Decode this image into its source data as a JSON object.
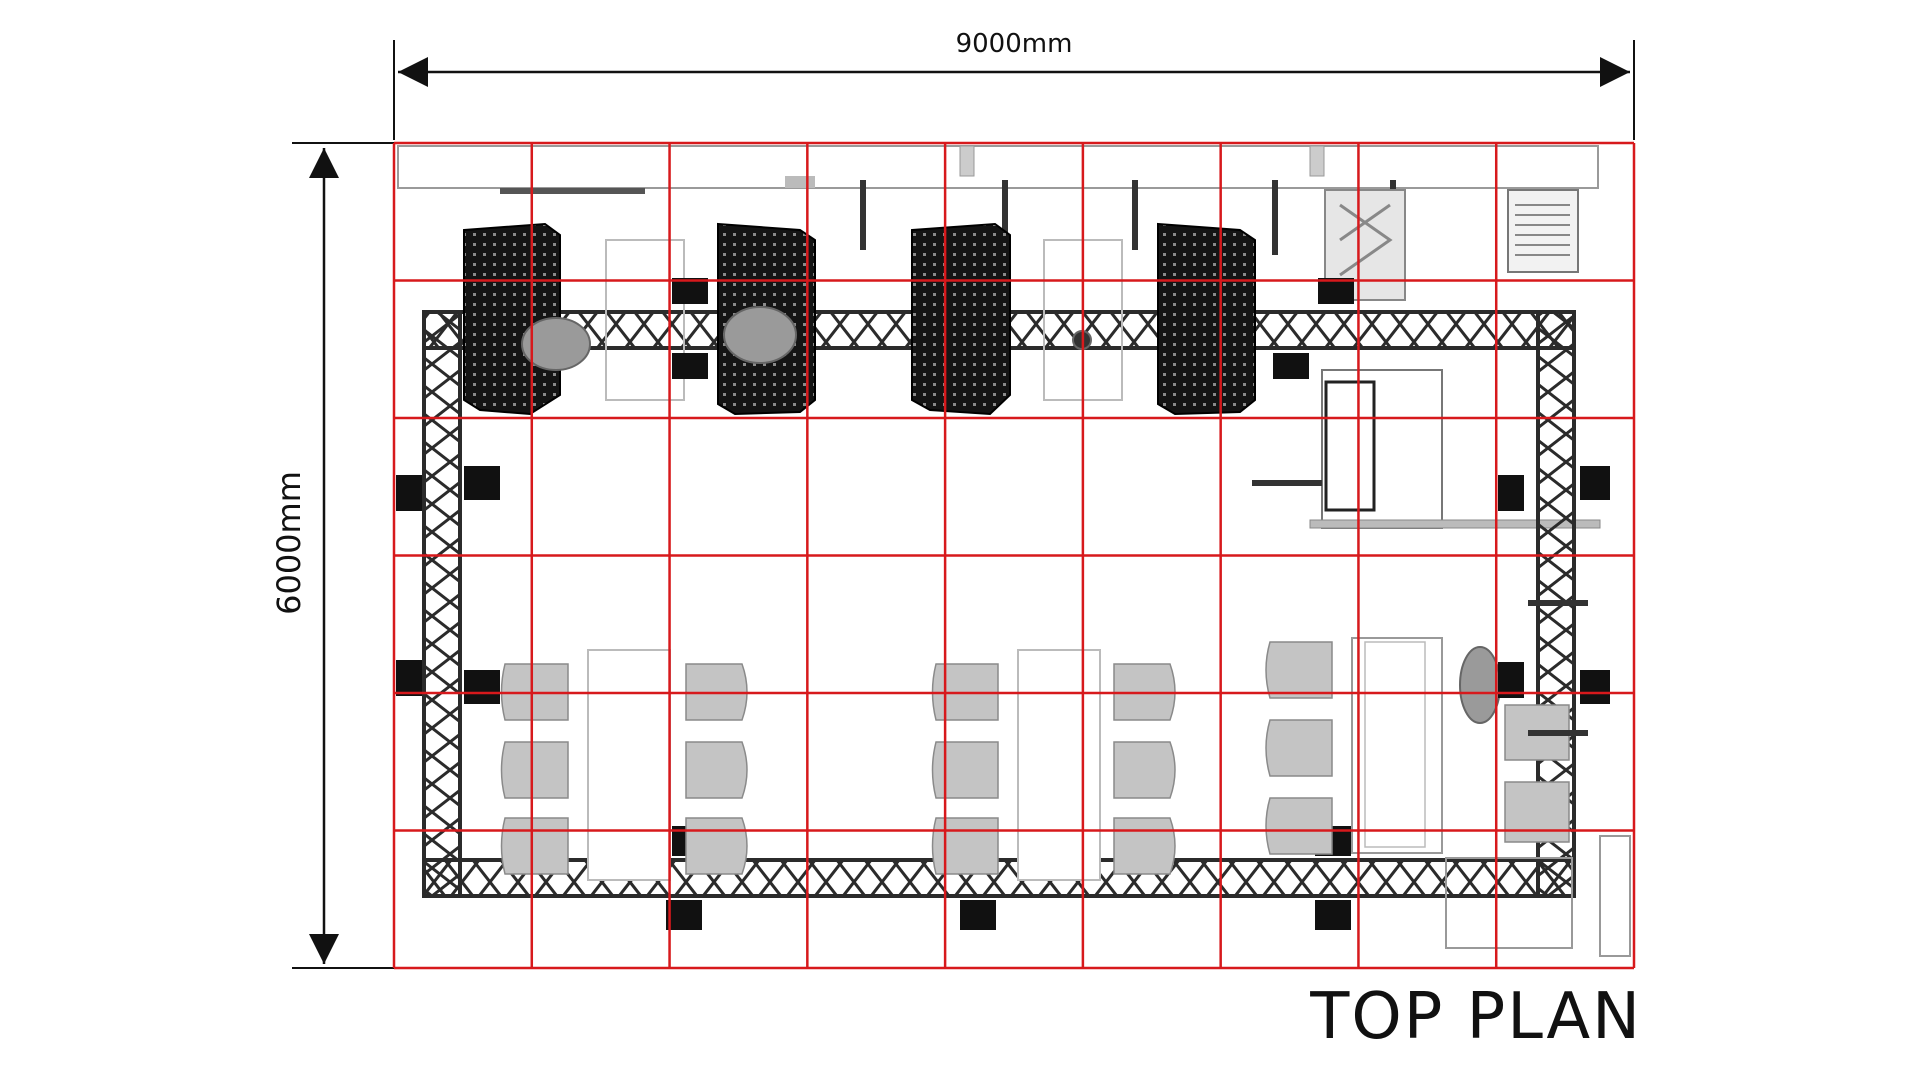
{
  "drawing": {
    "width_label": "9000mm",
    "height_label": "6000mm",
    "title": "TOP PLAN"
  },
  "colors": {
    "grid": "#d7191c",
    "truss": "#2b2b2b",
    "dimension": "#111111",
    "chair": "#bdbdbd",
    "display": "#141414"
  },
  "grid": {
    "columns": 9,
    "rows": 6
  }
}
